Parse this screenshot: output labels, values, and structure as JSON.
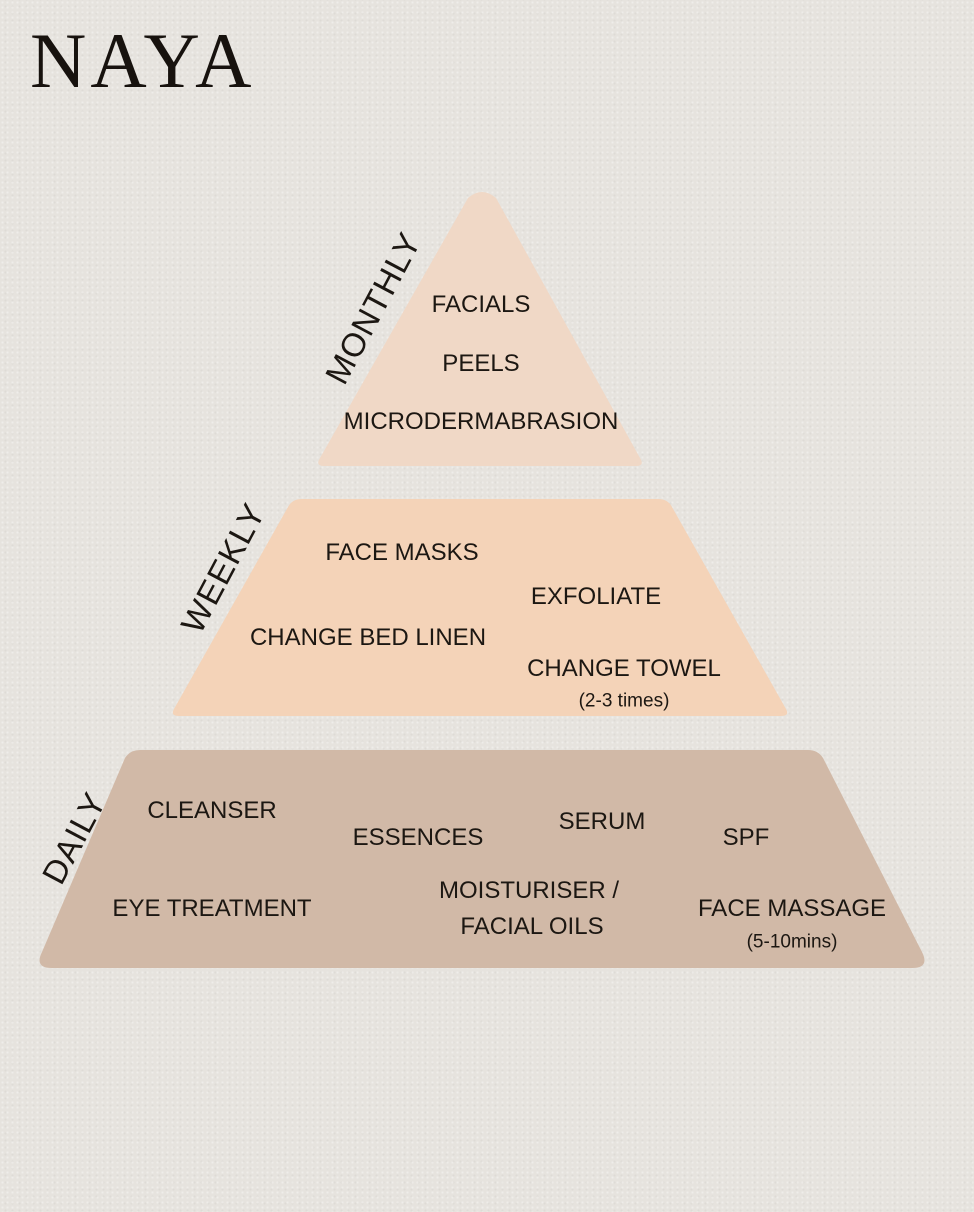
{
  "brand": {
    "name": "NAYA"
  },
  "colors": {
    "background": "#e6e3de",
    "monthly_tier": "#f0d8c6",
    "weekly_tier": "#f4d3b8",
    "daily_tier": "#d1b9a7",
    "text": "#1c1712"
  },
  "pyramid": {
    "monthly": {
      "label": "MONTHLY",
      "items": [
        "FACIALS",
        "PEELS",
        "MICRODERMABRASION"
      ]
    },
    "weekly": {
      "label": "WEEKLY",
      "items": [
        "FACE MASKS",
        "EXFOLIATE",
        "CHANGE BED LINEN",
        "CHANGE TOWEL"
      ],
      "notes": [
        "(2-3 times)"
      ]
    },
    "daily": {
      "label": "DAILY",
      "items": [
        "CLEANSER",
        "ESSENCES",
        "SERUM",
        "SPF",
        "EYE TREATMENT",
        "MOISTURISER /",
        "FACIAL OILS",
        "FACE MASSAGE"
      ],
      "notes": [
        "(5-10mins)"
      ]
    }
  }
}
